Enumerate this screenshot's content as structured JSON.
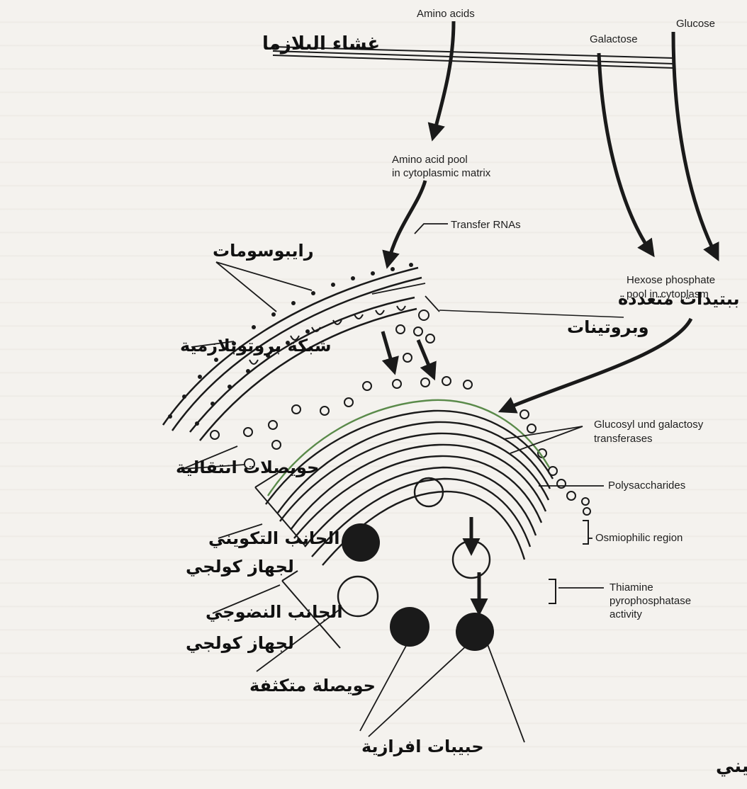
{
  "labels_en": {
    "amino_acids": "Amino acids",
    "galactose": "Galactose",
    "glucose": "Glucose",
    "amino_pool_1": "Amino acid pool",
    "amino_pool_2": "in cytoplasmic matrix",
    "transfer_rnas": "Transfer RNAs",
    "hexose_1": "Hexose phosphate",
    "hexose_2": "pool in cytoplasm",
    "glucosyl_1": "Glucosyl und galactosy",
    "glucosyl_2": "transferases",
    "polysaccharides": "Polysaccharides",
    "osmiophilic": "Osmiophilic region",
    "thiamine_1": "Thiamine",
    "thiamine_2": "pyrophosphatase",
    "thiamine_3": "activity"
  },
  "labels_ar": {
    "plasma_membrane": "غشاء البلازما",
    "ribosomes": "رايبوسومات",
    "polypeptides_1": "ببتيدات متعددة",
    "polypeptides_2": "وبروتينات",
    "er": "شبكة بروتوبلازمية",
    "transition_vesicles": "حويصلات انتقالية",
    "cis_1": "الجانب التكويني",
    "cis_2": "لجهاز كولجي",
    "trans_1": "الجانب النضوجي",
    "trans_2": "لجهاز كولجي",
    "condensing_vesicle": "حويصلة متكثفة",
    "secretory_granules": "حبيبات افرازية",
    "glycoprotein_product": "نتاج افرازي كلايكوبروتيني"
  },
  "colors": {
    "ink": "#1a1a1a",
    "paper": "#f4f2ee",
    "golgi_highlight": "#5a8a4a"
  }
}
